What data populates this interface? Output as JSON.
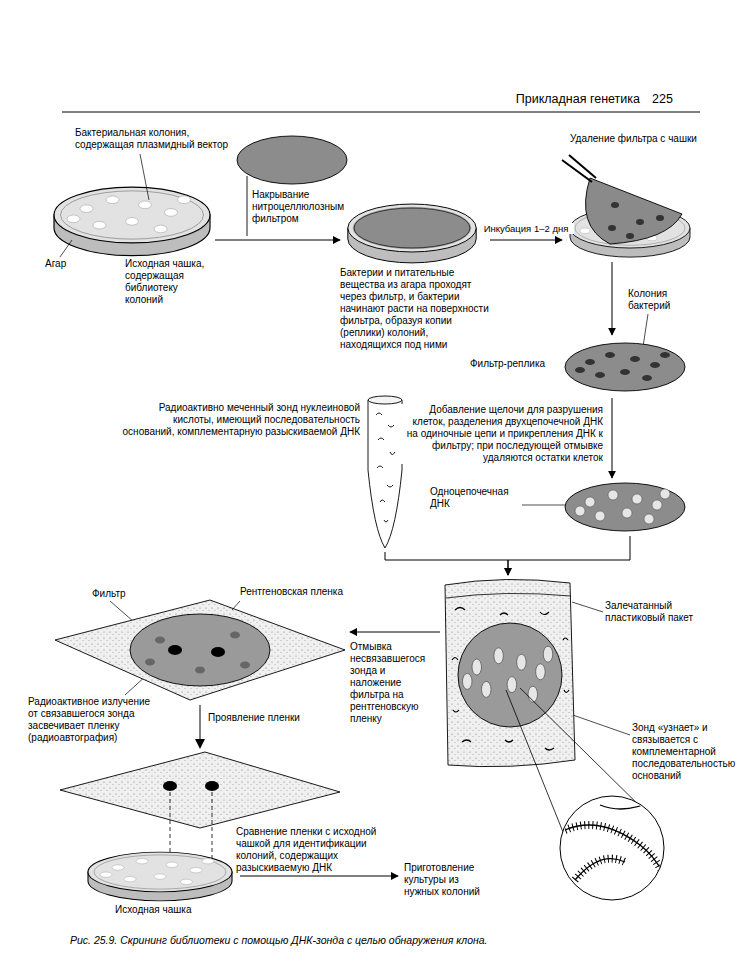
{
  "diagram": {
    "caption": "Рис. 25.9. Скрининг библиотеки с помощью ДНК-зонда с целью обнаружения клона.",
    "nodes": [
      {
        "text": [
          "Исходная чашка, содержащая библиотеку колоний"
        ]
      },
      {
        "text": [
          "Бактерии и питательные вещества из агара проходят через фильтр, и бактерии начинают расти на поверхности фильтра, образуя копии (реплики) колоний, находящихся под ними"
        ]
      },
      {
        "text": [
          "Удаление фильтра с чашки"
        ]
      },
      {
        "text": [
          "Фильтр-реплика"
        ]
      },
      {
        "text": [
          "Радиоактивно меченный зонд нуклеиновой кислоты, имеющий последовательность оснований, комплементарную разыскиваемой ДНК"
        ]
      },
      {
        "text": [
          "Одноцепочечная ДНК"
        ]
      },
      {
        "text": [
          "Залечатанный пластиковый пакет"
        ]
      },
      {
        "text": [
          "Рентгеновская пленка"
        ]
      },
      {
        "text": [
          "Исходная чашка"
        ]
      },
      {
        "text": [
          "Приготовление культуры из нужных колоний"
        ]
      }
    ],
    "edges": [
      {
        "from": 0,
        "to": 1,
        "arrow": "to",
        "label": "Накрывание нитроцеллюлозным фильтром"
      },
      {
        "from": 1,
        "to": 2,
        "arrow": "to",
        "label": "Инкубация 1–2 дня"
      },
      {
        "from": 2,
        "to": 3,
        "arrow": "to"
      },
      {
        "from": 3,
        "to": 5,
        "arrow": "to",
        "label": "Добавление щелочи для разрушения клеток, разделения двухцепочечной ДНК на одиночные цепи и прикрепления ДНК к фильтру; при последующей отмывке удаляются остатки клеток"
      },
      {
        "from": 5,
        "to": 6,
        "arrow": "to"
      },
      {
        "from": 4,
        "to": 6,
        "arrow": "to"
      },
      {
        "from": 6,
        "to": 7,
        "arrow": "to",
        "label": "Отмывка несвязавшегося зонда и наложение фильтра на рентгеновскую пленку"
      },
      {
        "from": 8,
        "to": 9,
        "arrow": "to"
      }
    ],
    "labels": [
      "Прикладная генетика",
      "225",
      "Бактериальная колония, содержащая плазмидный вектор",
      "Агар",
      "Колония бактерий",
      "Фильтр",
      "Радиоактивное излучение от связавшегося зонда засвечивает пленку (радиоавтография)",
      "Зонд «узнает» и связывается с комплементарной последовательностью оснований",
      "Проявление пленки",
      "Сравнение пленки с исходной чашкой для идентификации колоний, содержащих разыскиваемую ДНК"
    ]
  }
}
